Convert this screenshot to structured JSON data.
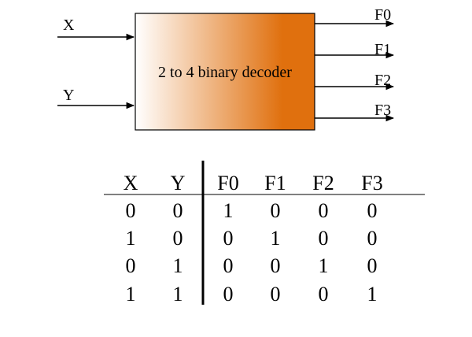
{
  "decoder": {
    "label": "2 to 4 binary decoder",
    "inputs": [
      "X",
      "Y"
    ],
    "outputs": [
      "F0",
      "F1",
      "F2",
      "F3"
    ],
    "gradient": {
      "from": "#ffffff",
      "to": "#e0700e"
    }
  },
  "truth_table": {
    "headers": [
      "X",
      "Y",
      "F0",
      "F1",
      "F2",
      "F3"
    ],
    "rows": [
      [
        "0",
        "0",
        "1",
        "0",
        "0",
        "0"
      ],
      [
        "1",
        "0",
        "0",
        "1",
        "0",
        "0"
      ],
      [
        "0",
        "1",
        "0",
        "0",
        "1",
        "0"
      ],
      [
        "1",
        "1",
        "0",
        "0",
        "0",
        "1"
      ]
    ]
  }
}
